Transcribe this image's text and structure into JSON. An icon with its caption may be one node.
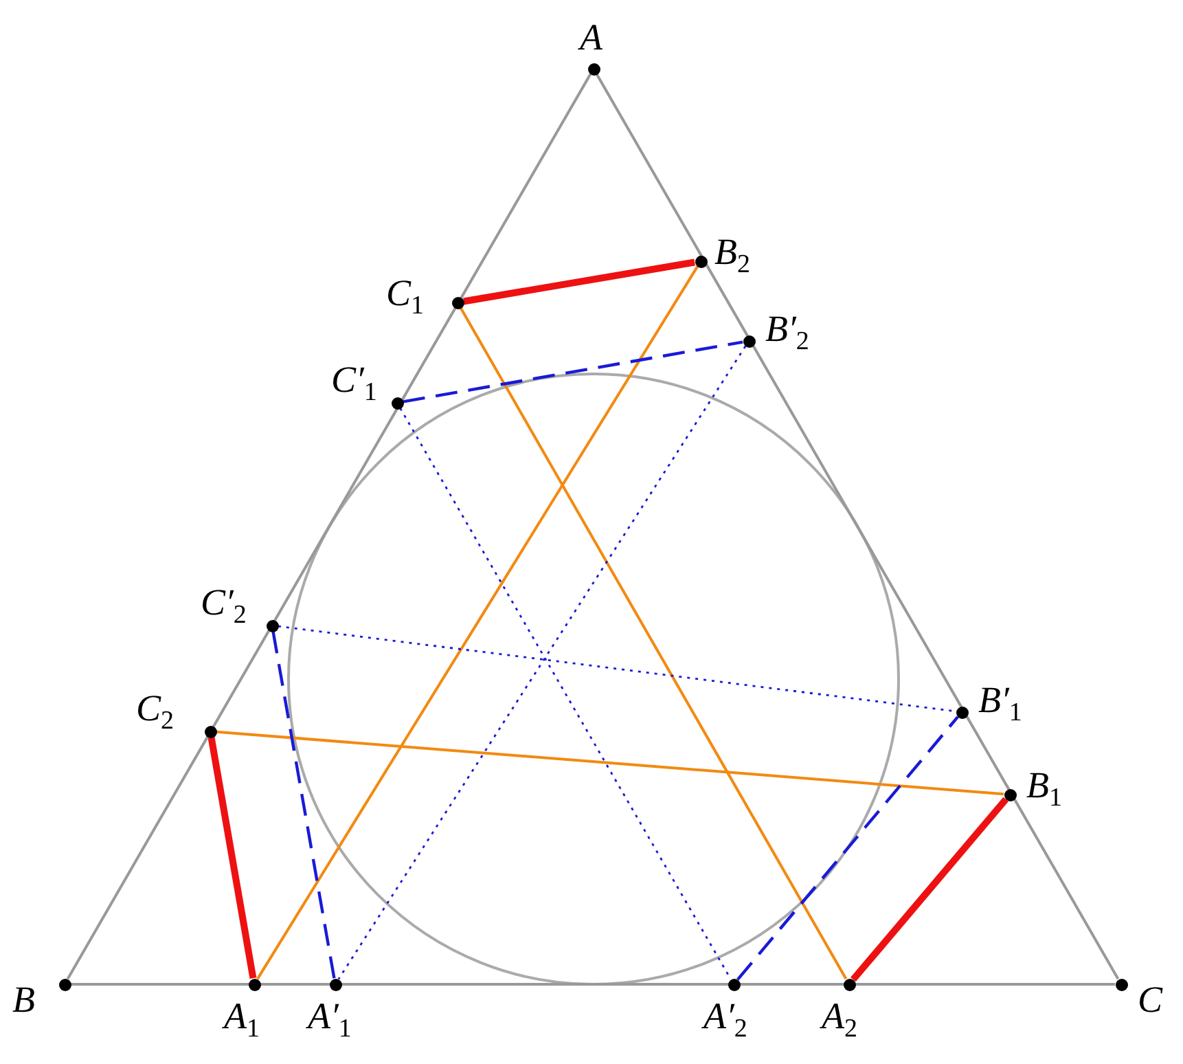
{
  "diagram": {
    "nodes": [
      {
        "text": [
          "A"
        ]
      },
      {
        "text": [
          "B$_{2}$"
        ]
      },
      {
        "text": [
          "C$_{1}$"
        ]
      },
      {
        "text": [
          "B′$_{2}$"
        ]
      },
      {
        "text": [
          "C′$_{1}$"
        ]
      },
      {
        "text": [
          "C′$_{2}$"
        ]
      },
      {
        "text": [
          "B′$_{1}$"
        ]
      },
      {
        "text": [
          "C$_{2}$"
        ]
      },
      {
        "text": [
          "B$_{1}$"
        ]
      },
      {
        "text": [
          "B"
        ]
      },
      {
        "text": [
          "A$_{1}$"
        ]
      },
      {
        "text": [
          "A′$_{1}$"
        ]
      },
      {
        "text": [
          "A′$_{2}$"
        ]
      },
      {
        "text": [
          "A$_{2}$"
        ]
      },
      {
        "text": [
          "C"
        ]
      }
    ],
    "edges": [
      {
        "from": 0,
        "to": 9,
        "arrow": "none",
        "color": "#999999"
      },
      {
        "from": 9,
        "to": 14,
        "arrow": "none",
        "color": "#999999"
      },
      {
        "from": 14,
        "to": 0,
        "arrow": "none",
        "color": "#999999"
      },
      {
        "from": 2,
        "to": 1,
        "arrow": "none",
        "style": "thick",
        "color": "#ee1111"
      },
      {
        "from": 7,
        "to": 10,
        "arrow": "none",
        "style": "thick",
        "color": "#ee1111"
      },
      {
        "from": 13,
        "to": 8,
        "arrow": "none",
        "style": "thick",
        "color": "#ee1111"
      },
      {
        "from": 2,
        "to": 13,
        "arrow": "none",
        "color": "#f28a12"
      },
      {
        "from": 1,
        "to": 10,
        "arrow": "none",
        "color": "#f28a12"
      },
      {
        "from": 7,
        "to": 8,
        "arrow": "none",
        "color": "#f28a12"
      },
      {
        "from": 4,
        "to": 3,
        "arrow": "none",
        "style": "dashed",
        "color": "#1a1ad6"
      },
      {
        "from": 5,
        "to": 11,
        "arrow": "none",
        "style": "dashed",
        "color": "#1a1ad6"
      },
      {
        "from": 12,
        "to": 6,
        "arrow": "none",
        "style": "dashed",
        "color": "#1a1ad6"
      },
      {
        "from": 4,
        "to": 12,
        "arrow": "none",
        "style": "dashed",
        "color": "#1a1ad6"
      },
      {
        "from": 5,
        "to": 6,
        "arrow": "none",
        "style": "dashed",
        "color": "#1a1ad6"
      },
      {
        "from": 3,
        "to": 11,
        "arrow": "none",
        "style": "dashed",
        "color": "#1a1ad6"
      }
    ]
  }
}
